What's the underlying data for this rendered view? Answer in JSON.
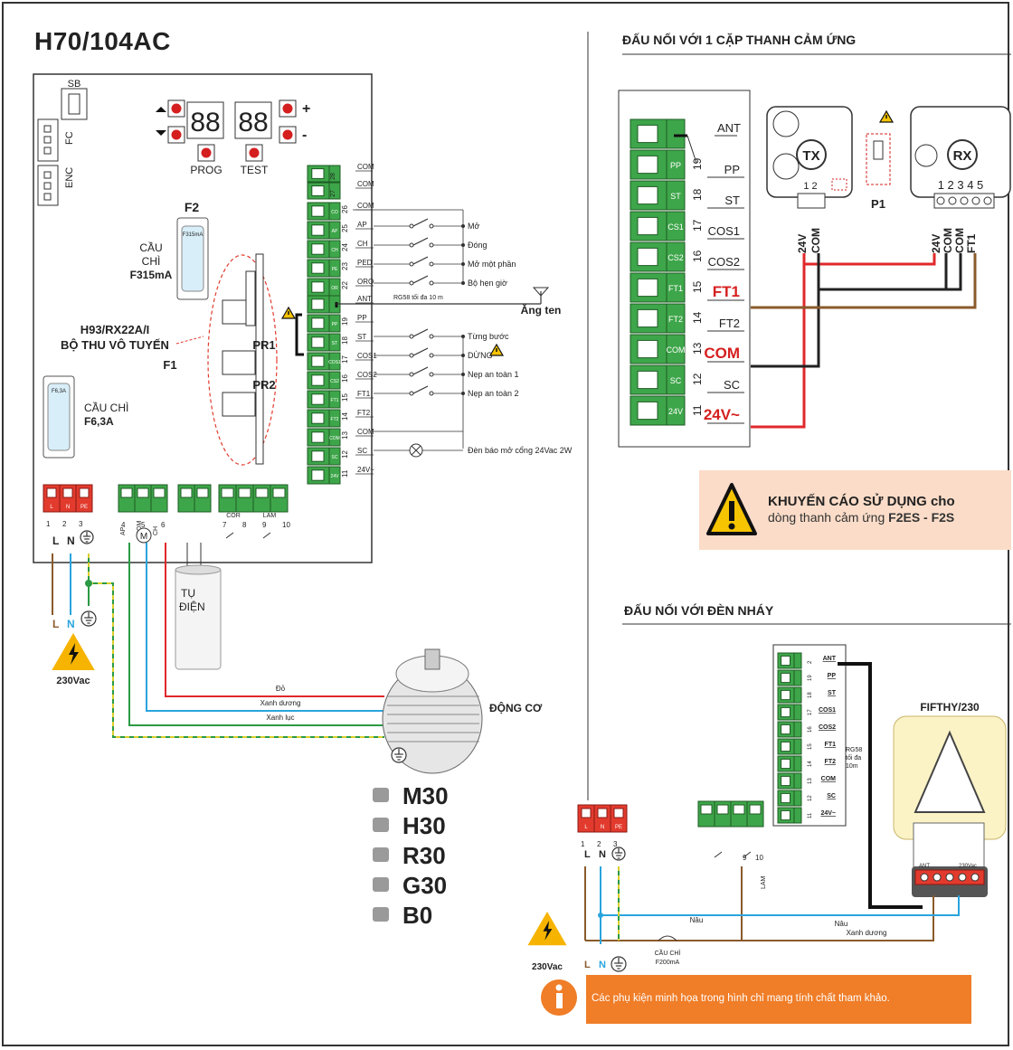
{
  "title": "H70/104AC",
  "board": {
    "sb": "SB",
    "fc": "FC",
    "enc": "ENC",
    "prog": "PROG",
    "test": "TEST",
    "display_digits": [
      "88",
      "88"
    ],
    "plus": "+",
    "minus": "-",
    "f2": "F2",
    "fuse_f2_cap": "F315mA",
    "fuse_f2_label": [
      "CẦU",
      "CHÌ",
      "F315mA"
    ],
    "fuse_main_cap": "F6,3A",
    "fuse_main_label": [
      "CẦU CHÌ",
      "F6,3A"
    ],
    "receiver_label": [
      "H93/RX22A/I",
      "BỘ THU VÔ TUYẾN",
      "F1"
    ],
    "pr1": "PR1",
    "pr2": "PR2",
    "upper_block": {
      "pins": [
        "28",
        "27"
      ],
      "labels": [
        "COM",
        "COM"
      ]
    },
    "mid_block": {
      "pins": [
        "26",
        "25",
        "24",
        "23",
        "22"
      ],
      "labels": [
        "COM",
        "AP",
        "CH",
        "PED",
        "ORO"
      ],
      "cells": [
        "CO",
        "AP",
        "CH",
        "PE",
        "OR"
      ]
    },
    "lower_block": {
      "pins": [
        "",
        "19",
        "18",
        "17",
        "16",
        "15",
        "14",
        "13",
        "12",
        "11"
      ],
      "labels": [
        "ANT",
        "PP",
        "ST",
        "COS1",
        "COS2",
        "FT1",
        "FT2",
        "COM",
        "SC",
        "24V~"
      ],
      "cells": [
        "",
        "PP",
        "ST",
        "COS1",
        "CS2",
        "FT1",
        "FT2",
        "COM",
        "SC",
        "24V"
      ]
    },
    "mid_wires": [
      "Mở",
      "Đóng",
      "Mở một phần",
      "Bộ hẹn giờ"
    ],
    "antenna_note": "RG58 tối đa 10 m",
    "antenna": "Ăng ten",
    "lower_wires": [
      "Từng bước",
      "DỪNG",
      "Nẹp an toàn 1",
      "Nẹp an toàn 2"
    ],
    "lamp_note": "Đèn báo mở cổng 24Vac 2W",
    "power_cells": [
      "L",
      "N",
      "PE"
    ],
    "power_pins": [
      "1",
      "2",
      "3"
    ],
    "motor_pins": [
      "4",
      "5",
      "6"
    ],
    "motor_pin_labels": [
      "AP",
      "COM",
      "CH"
    ],
    "cor": "COR",
    "lam": "LAM",
    "aux_pins": [
      "7",
      "8",
      "9",
      "10"
    ]
  },
  "mains": {
    "l": "L",
    "n": "N",
    "voltage": "230Vac"
  },
  "capacitor": [
    "TỤ",
    "ĐIỆN"
  ],
  "motor": {
    "label": "ĐỘNG CƠ",
    "wires": [
      "Đỏ",
      "Xanh dương",
      "Xanh lục"
    ]
  },
  "models": [
    "M30",
    "H30",
    "R30",
    "G30",
    "B0"
  ],
  "section1": {
    "title": "ĐẤU NỐI VỚI 1 CẶP THANH CẢM ỨNG",
    "terminal_pins": [
      "19",
      "18",
      "17",
      "16",
      "15",
      "14",
      "13",
      "12",
      "11"
    ],
    "terminal_cells": [
      "",
      "PP",
      "ST",
      "CS1",
      "CS2",
      "FT1",
      "FT2",
      "COM",
      "SC",
      "24V"
    ],
    "terminal_labels": [
      "ANT",
      "PP",
      "ST",
      "COS1",
      "COS2",
      "FT1",
      "FT2",
      "COM",
      "SC",
      "24V~"
    ],
    "tx": "TX",
    "rx": "RX",
    "p1": "P1",
    "tx_pins": "1 2",
    "rx_pins": "1 2 3 4 5",
    "tx_wires": [
      "24V",
      "COM"
    ],
    "rx_wires": [
      "24V",
      "COM",
      "COM",
      "FT1"
    ]
  },
  "warning": {
    "title": "KHUYẾN CÁO SỬ DỤNG cho",
    "text_prefix": "dòng thanh cảm ứng ",
    "text_bold": "F2ES - F2S"
  },
  "section2": {
    "title": "ĐẤU NỐI VỚI ĐÈN NHÁY",
    "terminal_labels": [
      "ANT",
      "PP",
      "ST",
      "COS1",
      "COS2",
      "FT1",
      "FT2",
      "COM",
      "SC",
      "24V~"
    ],
    "terminal_pins": [
      "2",
      "19",
      "18",
      "17",
      "16",
      "15",
      "14",
      "13",
      "12",
      "11"
    ],
    "rg58": [
      "RG58",
      "tối đa",
      "10m"
    ],
    "lamp": "FIFTHY/230",
    "lamp_terminals": [
      "ANT",
      "230Vac"
    ],
    "power_cells": [
      "L",
      "N",
      "PE"
    ],
    "power_pins": [
      "1",
      "2",
      "3"
    ],
    "aux_pins": [
      "9",
      "10"
    ],
    "lam": "LAM",
    "wires": [
      "Nâu",
      "Xanh dương"
    ],
    "wire_brown_left": "Nâu",
    "fuse": [
      "CẦU CHÌ",
      "F200mA"
    ],
    "mains": {
      "l": "L",
      "n": "N",
      "voltage": "230Vac"
    }
  },
  "info": "Các phụ kiện minh họa trong hình chỉ mang tính chất tham khảo.",
  "colors": {
    "terminal_green": "#3ea64a",
    "terminal_red": "#e23b2e",
    "brown": "#8a5a2b",
    "blue": "#2aa4de",
    "green_wire": "#2a9a44",
    "red_wire": "#e0282b",
    "yellow_green": "#c9c21b",
    "orange": "#f07d27",
    "warn_bg": "#fbdcc8"
  }
}
